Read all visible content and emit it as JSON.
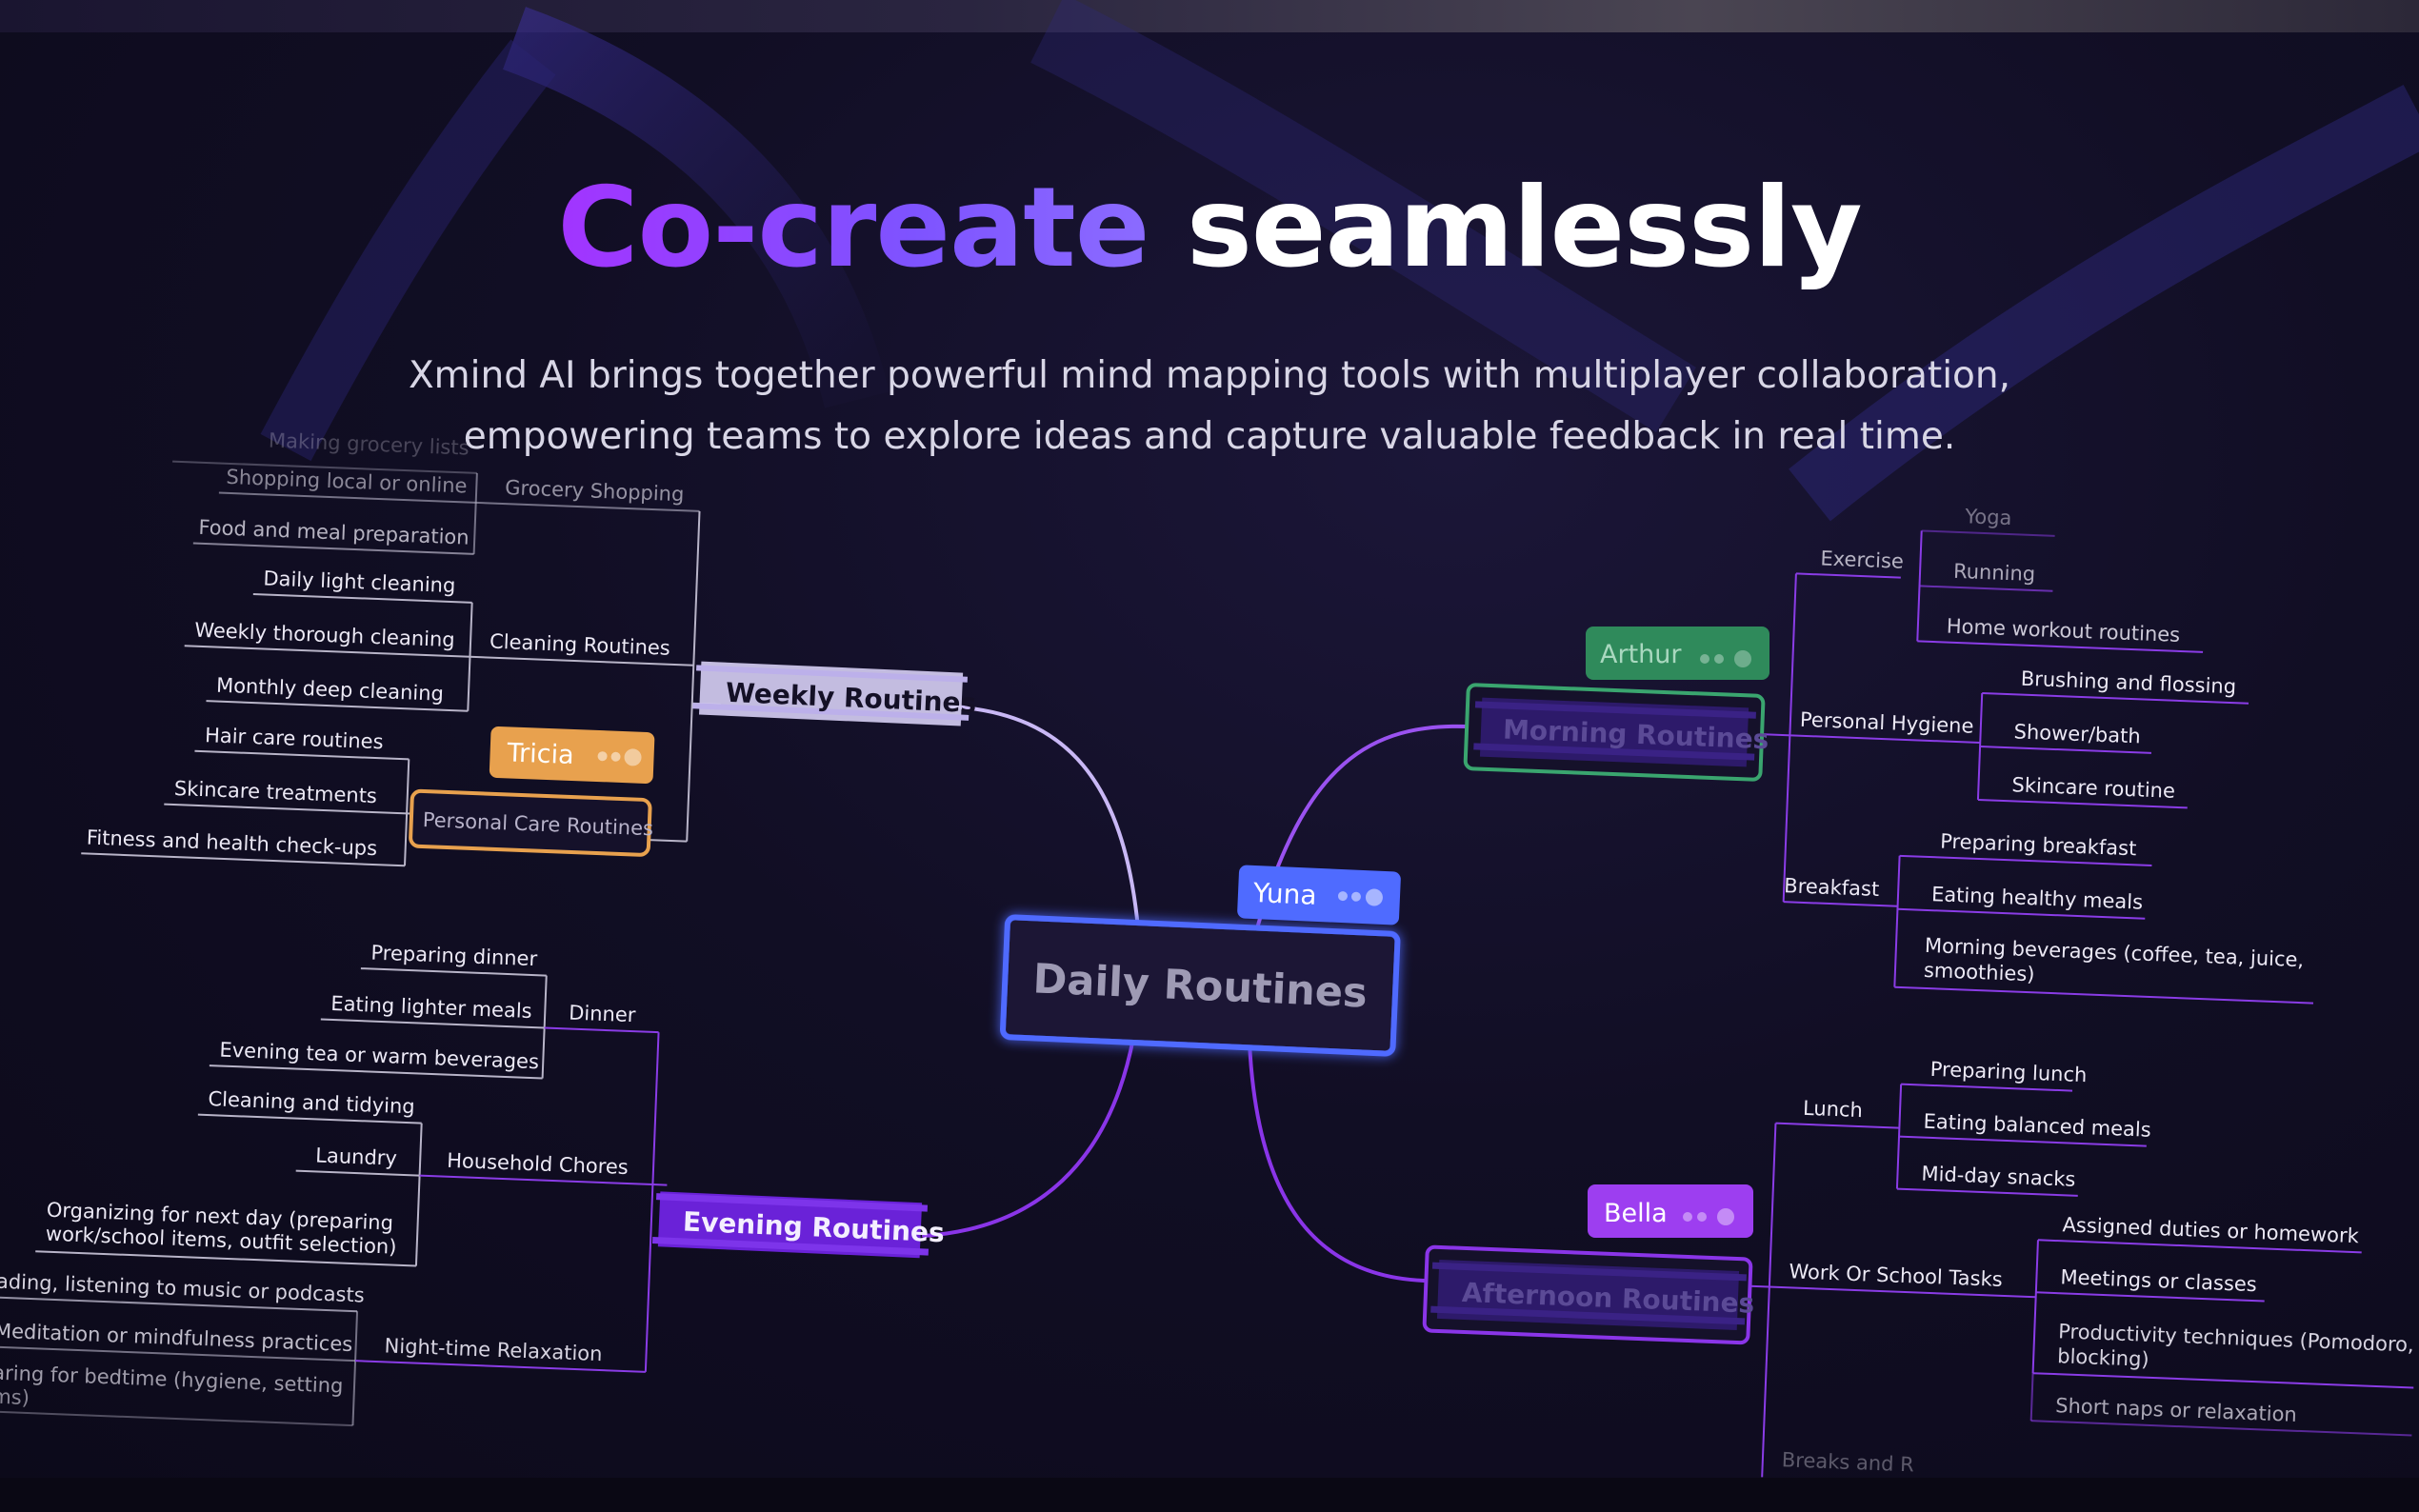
{
  "hero": {
    "title_highlight": "Co-create",
    "title_rest": "seamlessly",
    "subtitle_line1": "Xmind AI brings together powerful mind mapping tools with multiplayer collaboration,",
    "subtitle_line2": "empowering teams to explore ideas and capture valuable feedback in real time."
  },
  "colors": {
    "accent_purple": "#9b3cff",
    "blue": "#4f6bff",
    "green": "#3aa56f",
    "orange": "#e8a14e",
    "violet": "#9d3ef0"
  },
  "map": {
    "central": "Daily Routines",
    "collaborators": {
      "yuna": "Yuna",
      "arthur": "Arthur",
      "tricia": "Tricia",
      "bella": "Bella"
    },
    "weekly": {
      "title": "Weekly Routines",
      "grocery": "Grocery Shopping",
      "making_lists": "Making grocery lists",
      "shopping_local": "Shopping local or online",
      "food_prep": "Food and meal preparation",
      "cleaning": "Cleaning Routines",
      "daily_cleaning": "Daily light cleaning",
      "weekly_cleaning": "Weekly thorough cleaning",
      "monthly_cleaning": "Monthly deep cleaning",
      "personal_care": "Personal Care Routines",
      "hair_care": "Hair care routines",
      "skincare_treat": "Skincare treatments",
      "fitness_checkups": "Fitness and health check-ups"
    },
    "evening": {
      "title": "Evening Routines",
      "dinner": "Dinner",
      "preparing_dinner": "Preparing dinner",
      "lighter_meals": "Eating lighter meals",
      "evening_tea": "Evening tea or warm beverages",
      "household": "Household Chores",
      "cleaning_tidying": "Cleaning and tidying",
      "laundry": "Laundry",
      "organizing_1": "Organizing for next day (preparing",
      "organizing_2": "work/school items, outfit selection)",
      "relaxation": "Night-time Relaxation",
      "reading": "ading, listening to music or podcasts",
      "meditation": "Meditation or mindfulness practices",
      "bedtime_1": "aring for bedtime (hygiene, setting",
      "bedtime_2": "ms)"
    },
    "morning": {
      "title": "Morning Routines",
      "exercise": "Exercise",
      "yoga": "Yoga",
      "running": "Running",
      "home_workout": "Home workout routines",
      "hygiene": "Personal Hygiene",
      "brushing": "Brushing and flossing",
      "shower": "Shower/bath",
      "skincare": "Skincare routine",
      "breakfast": "Breakfast",
      "preparing_breakfast": "Preparing breakfast",
      "healthy_meals": "Eating healthy meals",
      "beverages_1": "Morning beverages (coffee, tea, juice,",
      "beverages_2": "smoothies)"
    },
    "afternoon": {
      "title": "Afternoon Routines",
      "lunch": "Lunch",
      "preparing_lunch": "Preparing lunch",
      "balanced_meals": "Eating balanced meals",
      "snacks": "Mid-day snacks",
      "work_tasks": "Work Or School Tasks",
      "duties": "Assigned duties or homework",
      "meetings": "Meetings or classes",
      "productivity_1": "Productivity techniques (Pomodoro, t",
      "productivity_2": "blocking)",
      "naps": "Short naps or relaxation",
      "breaks": "Breaks and R"
    }
  }
}
